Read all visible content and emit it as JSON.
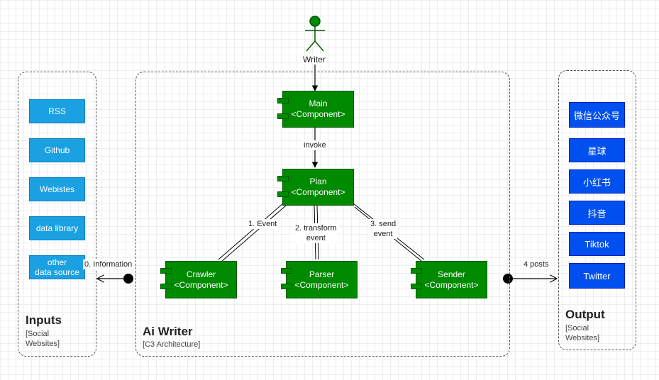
{
  "actor": {
    "label": "Writer"
  },
  "groups": {
    "inputs": {
      "title": "Inputs",
      "subtitle": "[Social\nWebsites]"
    },
    "ai_writer": {
      "title": "Ai Writer",
      "subtitle": "[C3 Architecture]"
    },
    "output": {
      "title": "Output",
      "subtitle": "[Social\nWebsites]"
    }
  },
  "inputs": [
    "RSS",
    "Github",
    "Webistes",
    "data library",
    "other\ndata source"
  ],
  "outputs": [
    "微信公众号",
    "星球",
    "小红书",
    "抖音",
    "Tiktok",
    "Twitter"
  ],
  "components": {
    "main": {
      "name": "Main",
      "stereotype": "<Component>"
    },
    "plan": {
      "name": "Plan",
      "stereotype": "<Component>"
    },
    "crawler": {
      "name": "Crawler",
      "stereotype": "<Component>"
    },
    "parser": {
      "name": "Parser",
      "stereotype": "<Component>"
    },
    "sender": {
      "name": "Sender",
      "stereotype": "<Component>"
    }
  },
  "edges": {
    "invoke": "invoke",
    "event": "1. Event",
    "transform": "2. transform\nevent",
    "send": "3. send\nevent",
    "information": "0. Information",
    "posts": "4 posts"
  },
  "colors": {
    "component_fill": "#008a00",
    "input_fill": "#1ba1e2",
    "output_fill": "#0050ef"
  }
}
